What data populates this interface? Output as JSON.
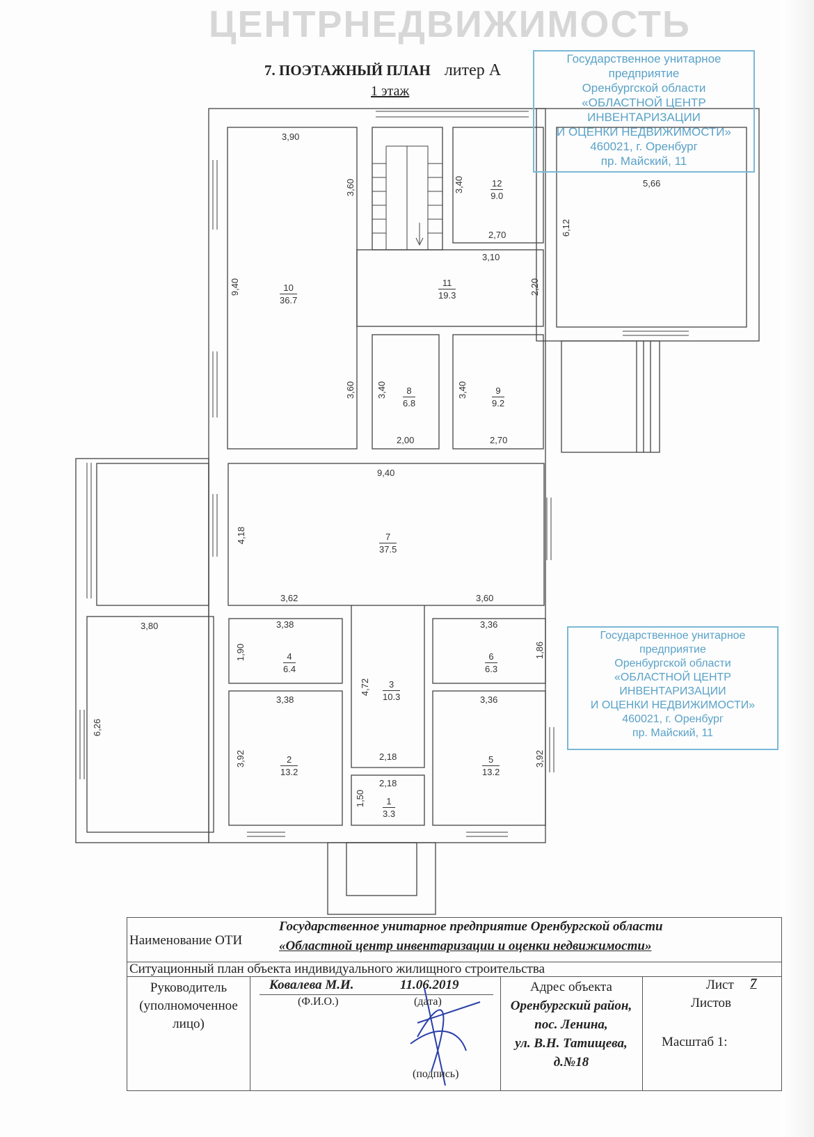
{
  "header": {
    "title": "7. ПОЭТАЖНЫЙ ПЛАН",
    "liter": "литер А",
    "floor": "1 этаж"
  },
  "watermark": "ЦЕНТРНЕДВИЖИМОСТЬ",
  "stamp": {
    "lines": [
      "Государственное унитарное",
      "предприятие",
      "Оренбургской области",
      "«ОБЛАСТНОЙ ЦЕНТР",
      "ИНВЕНТАРИЗАЦИИ",
      "И ОЦЕНКИ НЕДВИЖИМОСТИ»",
      "460021, г. Оренбург",
      "пр. Майский, 11"
    ]
  },
  "rooms": [
    {
      "num": "1",
      "area": "3.3"
    },
    {
      "num": "2",
      "area": "13.2"
    },
    {
      "num": "3",
      "area": "10.3"
    },
    {
      "num": "4",
      "area": "6.4"
    },
    {
      "num": "5",
      "area": "13.2"
    },
    {
      "num": "6",
      "area": "6.3"
    },
    {
      "num": "7",
      "area": "37.5"
    },
    {
      "num": "8",
      "area": "6.8"
    },
    {
      "num": "9",
      "area": "9.2"
    },
    {
      "num": "10",
      "area": "36.7"
    },
    {
      "num": "11",
      "area": "19.3"
    },
    {
      "num": "12",
      "area": "9.0"
    }
  ],
  "dims": {
    "r10_w": "3,90",
    "r10_h": "9,40",
    "stair_h": "3,60",
    "r12_h": "3,40",
    "r12_w": "2,70",
    "r11_w": "3,10",
    "r11_h": "2,20",
    "annex_w": "5,66",
    "annex_h": "6,12",
    "r8_h2": "3,60",
    "r8_h": "3,40",
    "r8_w": "2,00",
    "r9_h": "3,40",
    "r9_w": "2,70",
    "r7_w": "9,40",
    "r7_h": "4,18",
    "r7_bl": "3,62",
    "r7_br": "3,60",
    "left_w": "3,80",
    "left_h": "6,26",
    "r4_w": "3,38",
    "r4_h": "1,90",
    "r2_w": "3,38",
    "r2_h": "3,92",
    "r3_h": "4,72",
    "r3_w": "2,18",
    "r1_w": "2,18",
    "r1_h": "1,50",
    "r6_w": "3,36",
    "r6_h": "1,86",
    "r5_w": "3,36",
    "r5_h": "3,92"
  },
  "table": {
    "oti_label": "Наименование ОТИ",
    "oti_line1": "Государственное унитарное предприятие Оренбургской области",
    "oti_line2": "«Областной центр инвентаризации и оценки недвижимости»",
    "plan_title": "Ситуационный план объекта индивидуального жилищного строительства",
    "head_label1": "Руководитель",
    "head_label2": "(уполномоченное",
    "head_label3": "лицо)",
    "head_name": "Ковалева М.И.",
    "head_date": "11.06.2019",
    "fio_caption": "(Ф.И.О.)",
    "date_caption": "(дата)",
    "sign_caption": "(подпись)",
    "address_label": "Адрес объекта",
    "address_1": "Оренбургский район,",
    "address_2": "пос. Ленина,",
    "address_3": "ул. В.Н. Татищева,",
    "address_4": "д.№18",
    "sheet_label": "Лист",
    "sheet_value": "7",
    "sheets_label": "Листов",
    "scale_label": "Масштаб 1:"
  }
}
